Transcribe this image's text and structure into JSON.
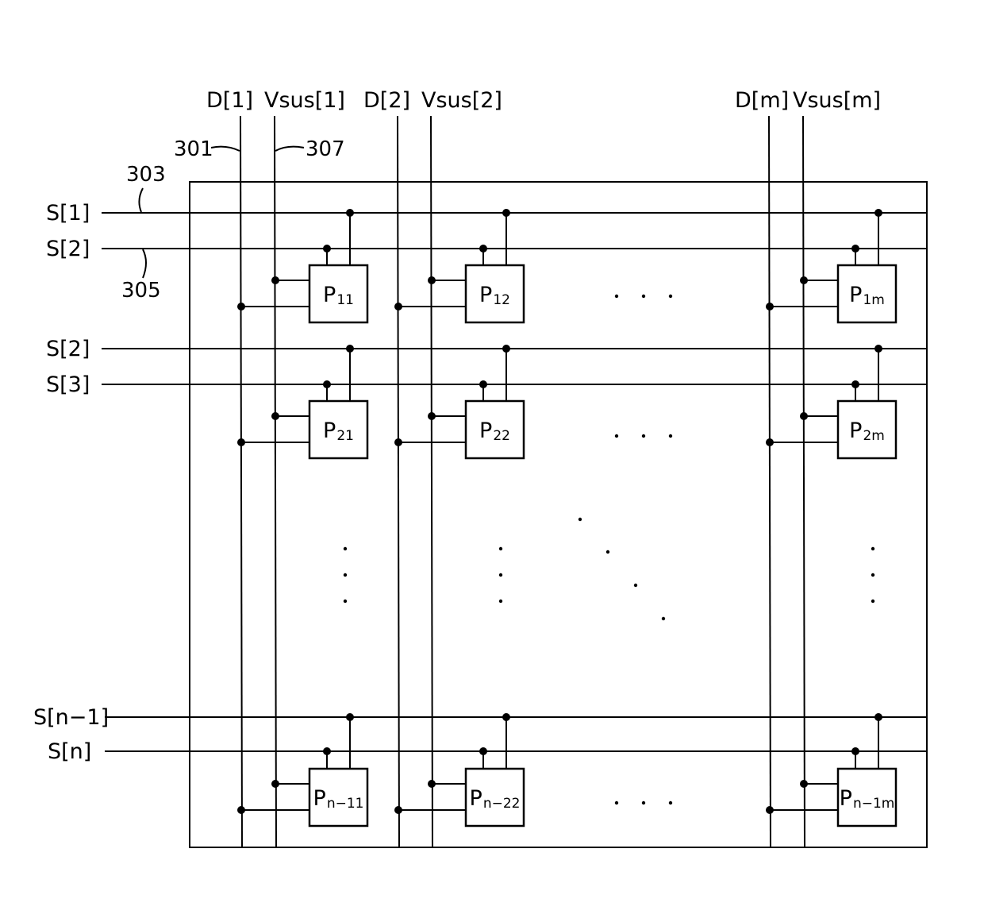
{
  "data_lines": [
    {
      "id": "d1",
      "label": "D[1]"
    },
    {
      "id": "d2",
      "label": "D[2]"
    },
    {
      "id": "dm",
      "label": "D[m]"
    }
  ],
  "sustain_lines": [
    {
      "id": "vsus1",
      "label": "Vsus[1]"
    },
    {
      "id": "vsus2",
      "label": "Vsus[2]"
    },
    {
      "id": "vsusm",
      "label": "Vsus[m]"
    }
  ],
  "scan_lines": [
    {
      "id": "s1",
      "label": "S[1]"
    },
    {
      "id": "s2a",
      "label": "S[2]"
    },
    {
      "id": "s2b",
      "label": "S[2]"
    },
    {
      "id": "s3",
      "label": "S[3]"
    },
    {
      "id": "sn1",
      "label": "S[n−1]"
    },
    {
      "id": "sn",
      "label": "S[n]"
    }
  ],
  "reference_numerals": {
    "data_line": "301",
    "sustain_line": "307",
    "first_scan_line": "303",
    "second_scan_line": "305"
  },
  "pixels": [
    {
      "id": "p11",
      "main": "P",
      "sub": "11"
    },
    {
      "id": "p12",
      "main": "P",
      "sub": "12"
    },
    {
      "id": "p1m",
      "main": "P",
      "sub": "1m"
    },
    {
      "id": "p21",
      "main": "P",
      "sub": "21"
    },
    {
      "id": "p22",
      "main": "P",
      "sub": "22"
    },
    {
      "id": "p2m",
      "main": "P",
      "sub": "2m"
    },
    {
      "id": "pn11",
      "main": "P",
      "sub": "n−11"
    },
    {
      "id": "pn22",
      "main": "P",
      "sub": "n−22"
    },
    {
      "id": "pn1m",
      "main": "P",
      "sub": "n−1m"
    }
  ]
}
